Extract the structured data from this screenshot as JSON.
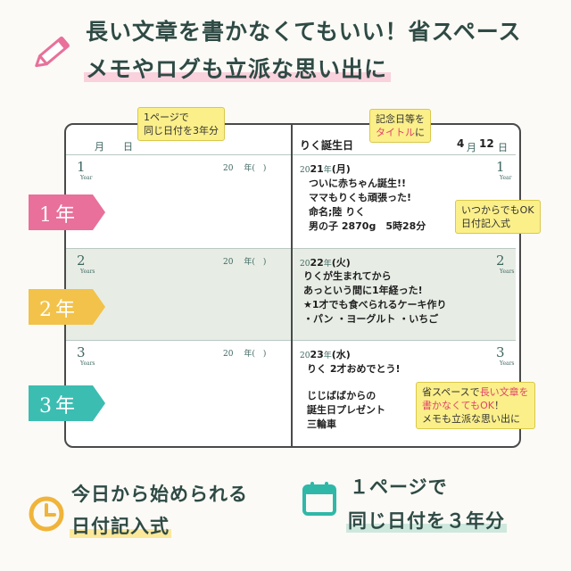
{
  "header": {
    "line1": "長い文章を書かなくてもいい！省スペース",
    "line2": "メモやログも立派な思い出に"
  },
  "notebook": {
    "left_page": {
      "month_label": "月",
      "day_label": "日"
    },
    "right_page": {
      "title": "りく誕生日",
      "month": "4",
      "month_label": "月",
      "day": "12",
      "day_label": "日"
    },
    "rows": [
      {
        "year_num": "1",
        "year_sub": "Year",
        "left_fmt": "20　 年(　)",
        "right_year_prefix": "20",
        "right_year": "21",
        "right_year_suffix": "年",
        "right_weekday": "(月)",
        "lines": [
          "ついに赤ちゃん誕生!!",
          "ママもりくも頑張った!",
          "命名;陸 りく",
          "男の子 2870g　5時28分"
        ]
      },
      {
        "year_num": "2",
        "year_sub": "Years",
        "left_fmt": "20　 年(　)",
        "right_year_prefix": "20",
        "right_year": "22",
        "right_year_suffix": "年",
        "right_weekday": "(火)",
        "lines": [
          "りくが生まれてから",
          "あっという間に1年経った!",
          "★1才でも食べられるケーキ作り",
          "・パン ・ヨーグルト ・いちご"
        ]
      },
      {
        "year_num": "3",
        "year_sub": "Years",
        "left_fmt": "20　 年(　)",
        "right_year_prefix": "20",
        "right_year": "23",
        "right_year_suffix": "年",
        "right_weekday": "(水)",
        "lines": [
          "りく 2才おめでとう!",
          "じじばばからの",
          "誕生日プレゼント",
          "三輪車"
        ]
      }
    ]
  },
  "callouts": {
    "same_date": {
      "line1": "1ページで",
      "line2": "同じ日付を3年分"
    },
    "anniversary": {
      "line1": "記念日等を",
      "line2_a": "タイトル",
      "line2_b": "に"
    },
    "anytime": {
      "line1": "いつからでもOK",
      "line2": "日付記入式"
    },
    "space": {
      "l1_a": "省スペースで",
      "l1_b": "長い文章を",
      "l2_a": "書かなくてもOK",
      "l2_b": "！",
      "l3": "メモも立派な思い出に"
    }
  },
  "tags": [
    {
      "label": "1年",
      "color": "#e8709a"
    },
    {
      "label": "2年",
      "color": "#f2c24a"
    },
    {
      "label": "3年",
      "color": "#3bbdb2"
    }
  ],
  "footer": {
    "left_line1": "今日から始められる",
    "left_line2": "日付記入式",
    "right_line1": "１ページで",
    "right_line2": "同じ日付を３年分"
  },
  "colors": {
    "accent_pink": "#e0436a",
    "callout_yellow": "#fbef8a",
    "heading_green": "#2f4a45",
    "clock_orange": "#f0b43a",
    "calendar_teal": "#2fb8a8"
  },
  "icons": [
    "pencil-icon",
    "clock-icon",
    "calendar-icon"
  ]
}
